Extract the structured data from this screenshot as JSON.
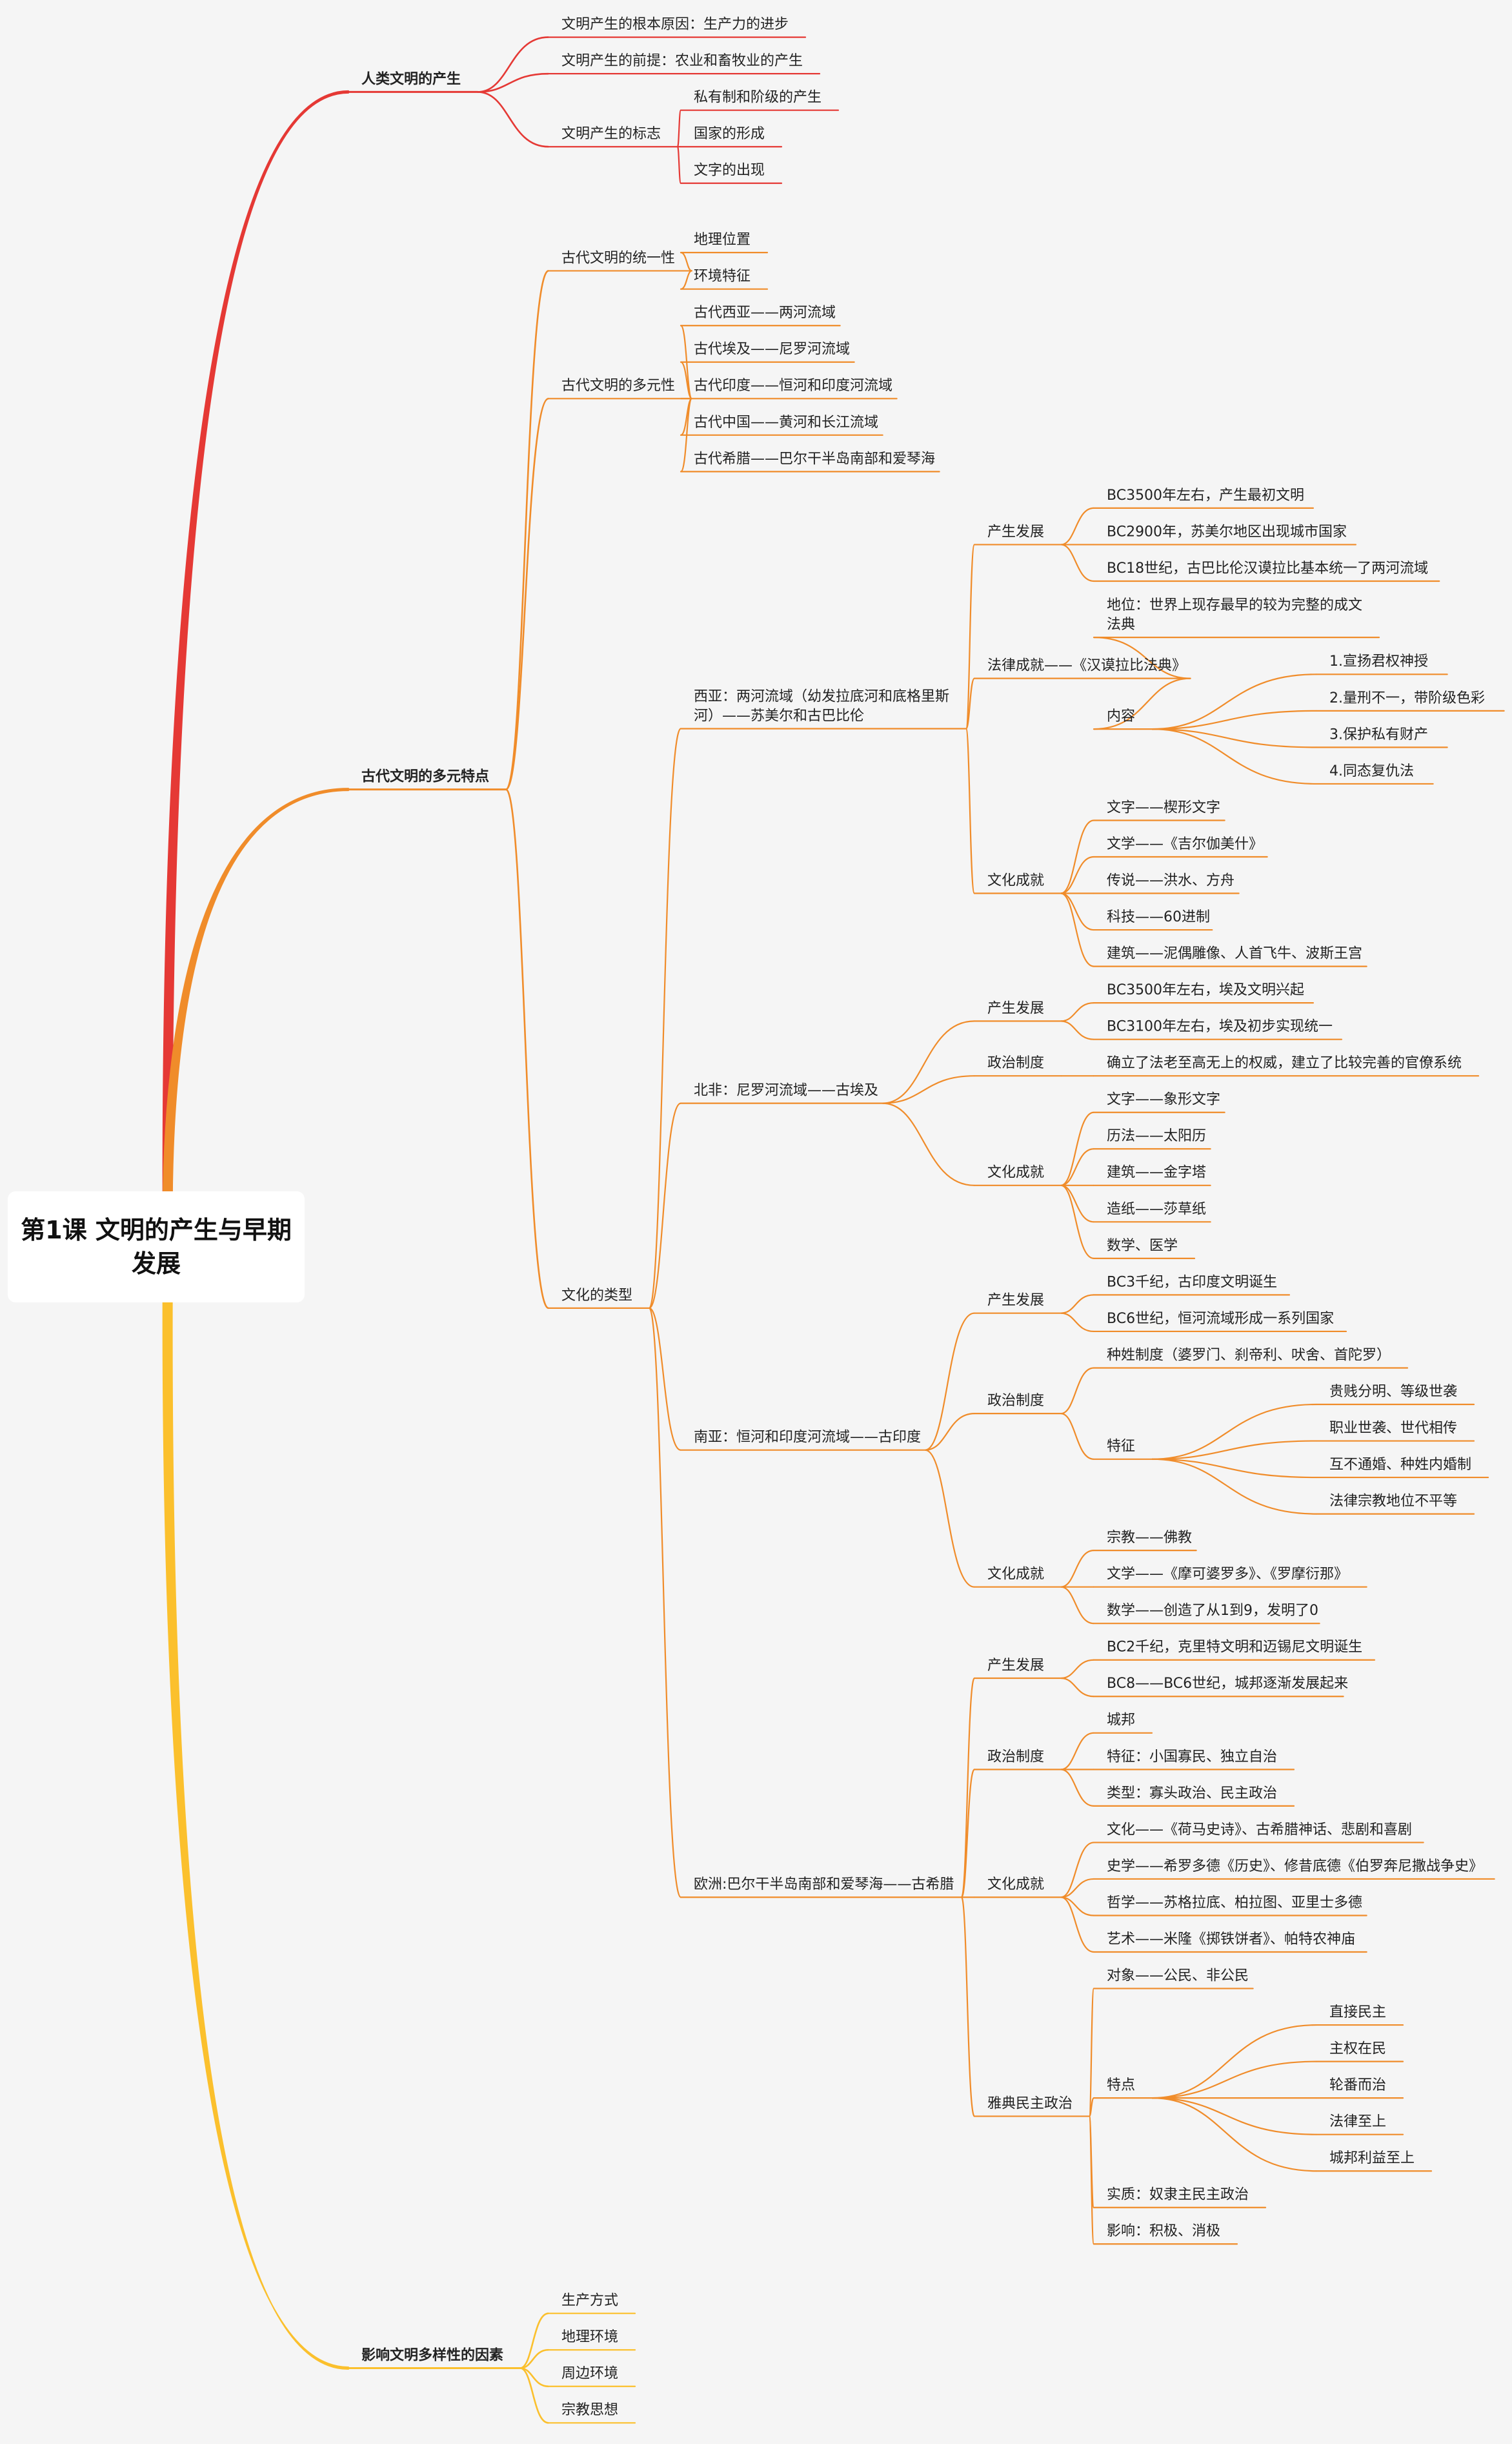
{
  "colors": {
    "branch1": "#e53935",
    "branch2": "#f08c2a",
    "branch3": "#fbc02d",
    "background": "#f5f5f5"
  },
  "root": "第1课 文明的产生与早期发展",
  "branches": [
    {
      "label": "人类文明的产生",
      "children": [
        {
          "label": "文明产生的根本原因：生产力的进步"
        },
        {
          "label": "文明产生的前提：农业和畜牧业的产生"
        },
        {
          "label": "文明产生的标志",
          "children": [
            {
              "label": "私有制和阶级的产生"
            },
            {
              "label": "国家的形成"
            },
            {
              "label": "文字的出现"
            }
          ]
        }
      ]
    },
    {
      "label": "古代文明的多元特点",
      "children": [
        {
          "label": "古代文明的统一性",
          "children": [
            {
              "label": "地理位置"
            },
            {
              "label": "环境特征"
            }
          ]
        },
        {
          "label": "古代文明的多元性",
          "children": [
            {
              "label": "古代西亚——两河流域"
            },
            {
              "label": "古代埃及——尼罗河流域"
            },
            {
              "label": "古代印度——恒河和印度河流域"
            },
            {
              "label": "古代中国——黄河和长江流域"
            },
            {
              "label": "古代希腊——巴尔干半岛南部和爱琴海"
            }
          ]
        },
        {
          "label": "文化的类型",
          "children": [
            {
              "label": "西亚：两河流域（幼发拉底河和底格里斯河）——苏美尔和古巴比伦",
              "children": [
                {
                  "label": "产生发展",
                  "children": [
                    {
                      "label": "BC3500年左右，产生最初文明"
                    },
                    {
                      "label": "BC2900年，苏美尔地区出现城市国家"
                    },
                    {
                      "label": "BC18世纪，古巴比伦汉谟拉比基本统一了两河流域"
                    }
                  ]
                },
                {
                  "label": "法律成就——《汉谟拉比法典》",
                  "children": [
                    {
                      "label": "地位：世界上现存最早的较为完整的成文法典"
                    },
                    {
                      "label": "内容",
                      "children": [
                        {
                          "label": "1.宣扬君权神授"
                        },
                        {
                          "label": "2.量刑不一，带阶级色彩"
                        },
                        {
                          "label": "3.保护私有财产"
                        },
                        {
                          "label": "4.同态复仇法"
                        }
                      ]
                    }
                  ]
                },
                {
                  "label": "文化成就",
                  "children": [
                    {
                      "label": "文字——楔形文字"
                    },
                    {
                      "label": "文学——《吉尔伽美什》"
                    },
                    {
                      "label": "传说——洪水、方舟"
                    },
                    {
                      "label": "科技——60进制"
                    },
                    {
                      "label": "建筑——泥偶雕像、人首飞牛、波斯王宫"
                    }
                  ]
                }
              ]
            },
            {
              "label": "北非：尼罗河流域——古埃及",
              "children": [
                {
                  "label": "产生发展",
                  "children": [
                    {
                      "label": "BC3500年左右，埃及文明兴起"
                    },
                    {
                      "label": "BC3100年左右，埃及初步实现统一"
                    }
                  ]
                },
                {
                  "label": "政治制度",
                  "children": [
                    {
                      "label": "确立了法老至高无上的权威，建立了比较完善的官僚系统"
                    }
                  ]
                },
                {
                  "label": "文化成就",
                  "children": [
                    {
                      "label": "文字——象形文字"
                    },
                    {
                      "label": "历法——太阳历"
                    },
                    {
                      "label": "建筑——金字塔"
                    },
                    {
                      "label": "造纸——莎草纸"
                    },
                    {
                      "label": "数学、医学"
                    }
                  ]
                }
              ]
            },
            {
              "label": "南亚：恒河和印度河流域——古印度",
              "children": [
                {
                  "label": "产生发展",
                  "children": [
                    {
                      "label": "BC3千纪，古印度文明诞生"
                    },
                    {
                      "label": "BC6世纪，恒河流域形成一系列国家"
                    }
                  ]
                },
                {
                  "label": "政治制度",
                  "children": [
                    {
                      "label": "种姓制度（婆罗门、刹帝利、吠舍、首陀罗）"
                    },
                    {
                      "label": "特征",
                      "children": [
                        {
                          "label": "贵贱分明、等级世袭"
                        },
                        {
                          "label": "职业世袭、世代相传"
                        },
                        {
                          "label": "互不通婚、种姓内婚制"
                        },
                        {
                          "label": "法律宗教地位不平等"
                        }
                      ]
                    }
                  ]
                },
                {
                  "label": "文化成就",
                  "children": [
                    {
                      "label": "宗教——佛教"
                    },
                    {
                      "label": "文学——《摩可婆罗多》、《罗摩衍那》"
                    },
                    {
                      "label": "数学——创造了从1到9，发明了0"
                    }
                  ]
                }
              ]
            },
            {
              "label": "欧洲:巴尔干半岛南部和爱琴海——古希腊",
              "children": [
                {
                  "label": "产生发展",
                  "children": [
                    {
                      "label": "BC2千纪，克里特文明和迈锡尼文明诞生"
                    },
                    {
                      "label": "BC8——BC6世纪，城邦逐渐发展起来"
                    }
                  ]
                },
                {
                  "label": "政治制度",
                  "children": [
                    {
                      "label": "城邦"
                    },
                    {
                      "label": "特征：小国寡民、独立自治"
                    },
                    {
                      "label": "类型：寡头政治、民主政治"
                    }
                  ]
                },
                {
                  "label": "文化成就",
                  "children": [
                    {
                      "label": "文化——《荷马史诗》、古希腊神话、悲剧和喜剧"
                    },
                    {
                      "label": "史学——希罗多德《历史》、修昔底德《伯罗奔尼撒战争史》"
                    },
                    {
                      "label": "哲学——苏格拉底、柏拉图、亚里士多德"
                    },
                    {
                      "label": "艺术——米隆《掷铁饼者》、帕特农神庙"
                    }
                  ]
                },
                {
                  "label": "雅典民主政治",
                  "children": [
                    {
                      "label": "对象——公民、非公民"
                    },
                    {
                      "label": "特点",
                      "children": [
                        {
                          "label": "直接民主"
                        },
                        {
                          "label": "主权在民"
                        },
                        {
                          "label": "轮番而治"
                        },
                        {
                          "label": "法律至上"
                        },
                        {
                          "label": "城邦利益至上"
                        }
                      ]
                    },
                    {
                      "label": "实质：奴隶主民主政治"
                    },
                    {
                      "label": "影响：积极、消极"
                    }
                  ]
                }
              ]
            }
          ]
        }
      ]
    },
    {
      "label": "影响文明多样性的因素",
      "children": [
        {
          "label": "生产方式"
        },
        {
          "label": "地理环境"
        },
        {
          "label": "周边环境"
        },
        {
          "label": "宗教思想"
        }
      ]
    }
  ]
}
